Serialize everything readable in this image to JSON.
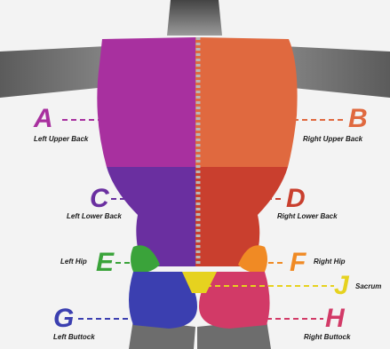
{
  "regions": [
    {
      "key": "A",
      "letter": "A",
      "name": "Left Upper Back",
      "color": "#a8309f"
    },
    {
      "key": "B",
      "letter": "B",
      "name": "Right Upper Back",
      "color": "#e0693f"
    },
    {
      "key": "C",
      "letter": "C",
      "name": "Left Lower Back",
      "color": "#6a2fa0"
    },
    {
      "key": "D",
      "letter": "D",
      "name": "Right Lower Back",
      "color": "#c93f2e"
    },
    {
      "key": "E",
      "letter": "E",
      "name": "Left Hip",
      "color": "#3aa33a"
    },
    {
      "key": "F",
      "letter": "F",
      "name": "Right Hip",
      "color": "#f08a24"
    },
    {
      "key": "J",
      "letter": "J",
      "name": "Sacrum",
      "color": "#e6d21f"
    },
    {
      "key": "G",
      "letter": "G",
      "name": "Left Buttock",
      "color": "#3b3fb0"
    },
    {
      "key": "H",
      "letter": "H",
      "name": "Right Buttock",
      "color": "#d23a67"
    }
  ]
}
